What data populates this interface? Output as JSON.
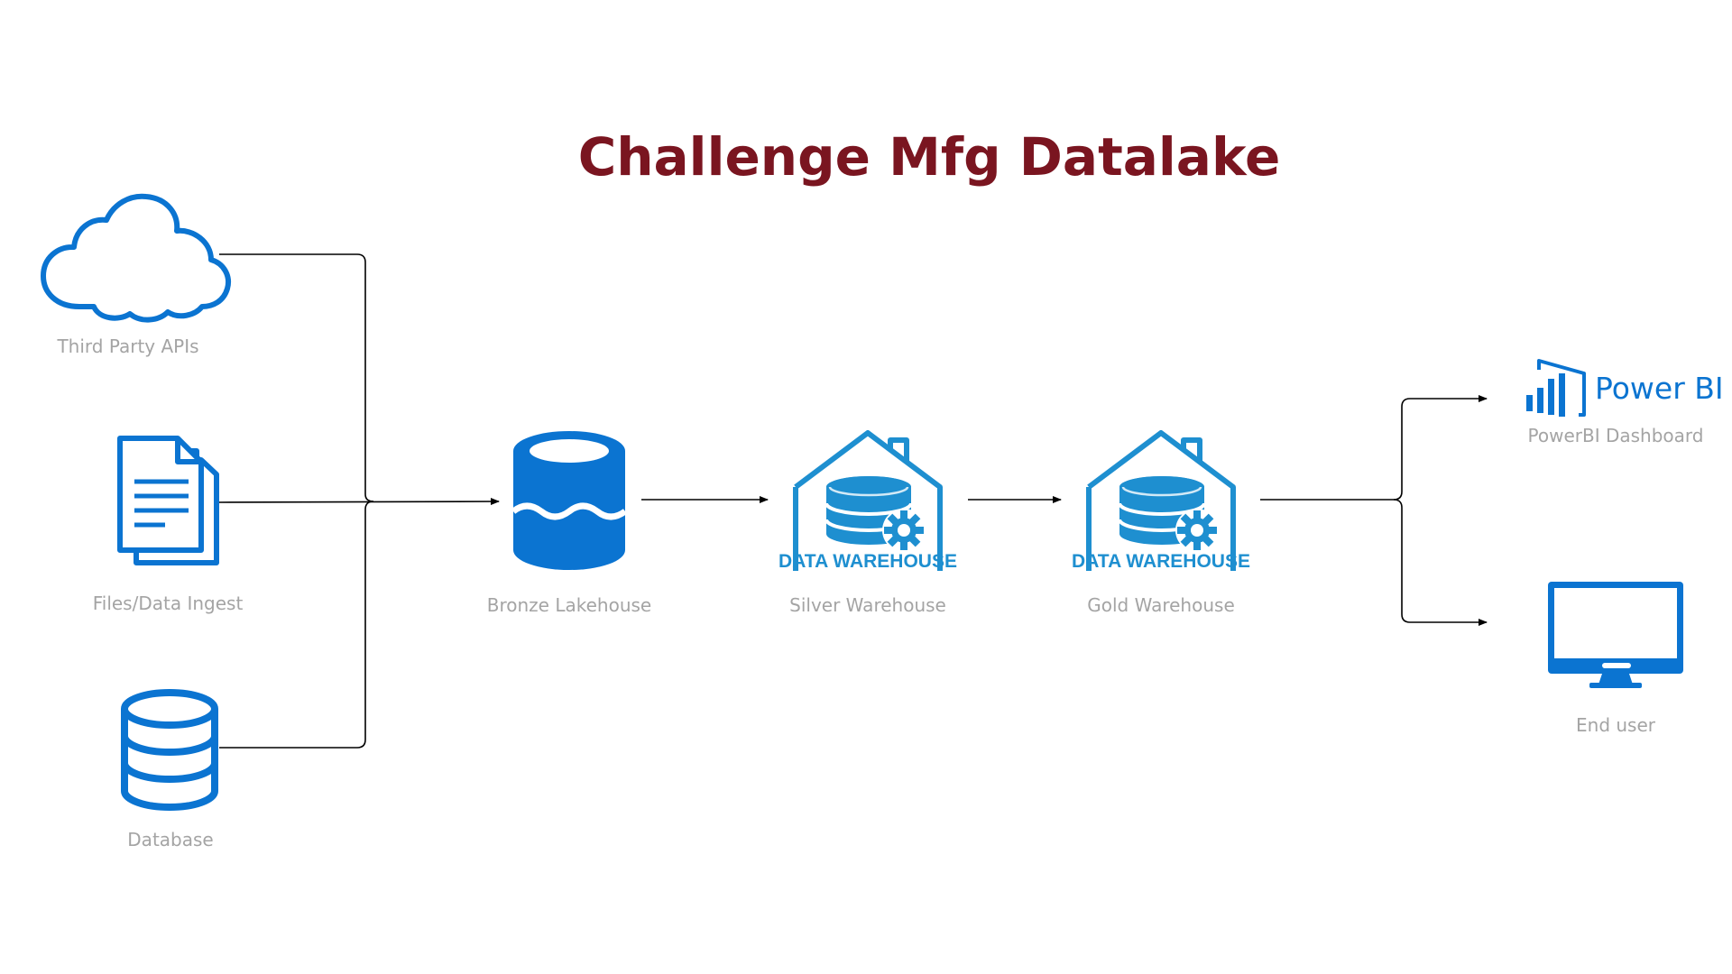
{
  "title": "Challenge Mfg Datalake",
  "colors": {
    "title": "#7a1520",
    "icon_blue": "#0b74d1",
    "warehouse_blue": "#1e8fd0",
    "label_gray": "#a4a4a4",
    "connector": "#000000"
  },
  "sources": [
    {
      "id": "third-party-apis",
      "label": "Third Party APIs",
      "icon": "cloud-icon"
    },
    {
      "id": "files-data-ingest",
      "label": "Files/Data Ingest",
      "icon": "document-icon"
    },
    {
      "id": "database",
      "label": "Database",
      "icon": "database-icon"
    }
  ],
  "stages": [
    {
      "id": "bronze-lakehouse",
      "label": "Bronze Lakehouse",
      "icon": "lakehouse-icon"
    },
    {
      "id": "silver-warehouse",
      "label": "Silver Warehouse",
      "icon": "data-warehouse-icon",
      "icon_text": "DATA WAREHOUSE"
    },
    {
      "id": "gold-warehouse",
      "label": "Gold Warehouse",
      "icon": "data-warehouse-icon",
      "icon_text": "DATA WAREHOUSE"
    }
  ],
  "outputs": [
    {
      "id": "powerbi-dashboard",
      "label": "PowerBI Dashboard",
      "icon": "powerbi-logo-icon",
      "logo_text": "Power BI"
    },
    {
      "id": "end-user",
      "label": "End user",
      "icon": "monitor-icon"
    }
  ]
}
